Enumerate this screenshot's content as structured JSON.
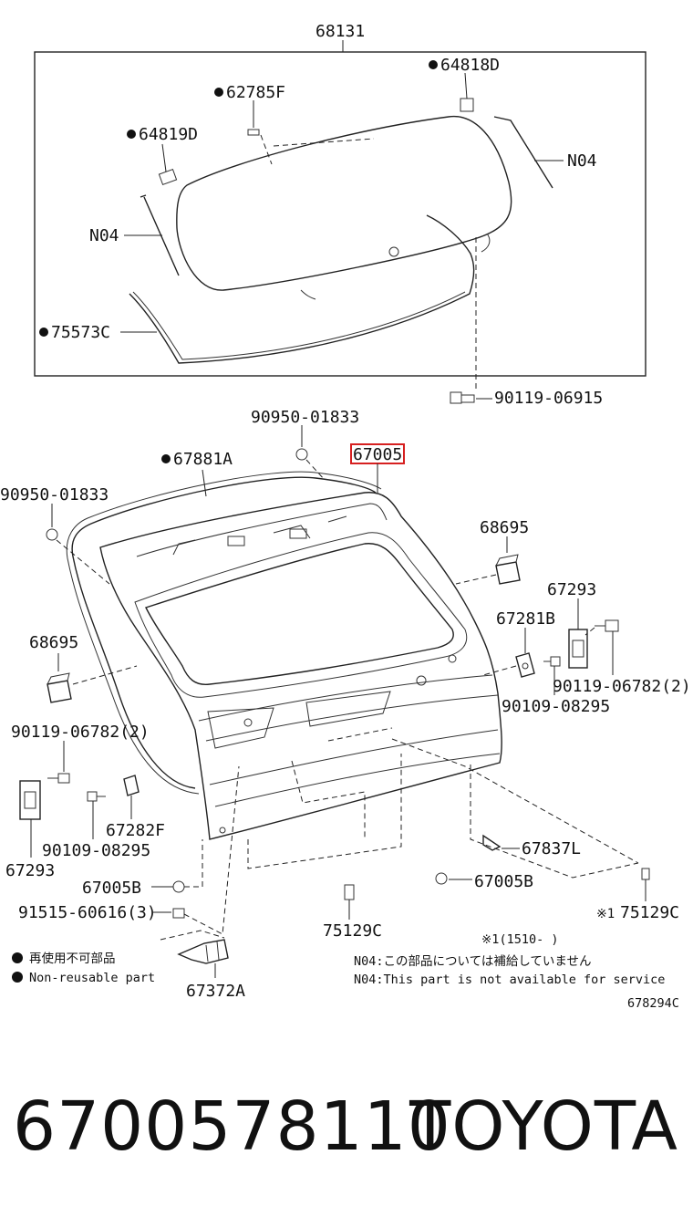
{
  "labels": {
    "assembly_68131": "68131",
    "p64818D": "64818D",
    "p62785F": "62785F",
    "p64819D": "64819D",
    "n04_right": "N04",
    "n04_left": "N04",
    "p75573C": "75573C",
    "bolt_90119_06915": "90119-06915",
    "p90950_01833_top": "90950-01833",
    "p67005_highlight": "67005",
    "p67881A": "67881A",
    "p90950_01833_left": "90950-01833",
    "p68695_right": "68695",
    "p67293_right": "67293",
    "p67281B": "67281B",
    "p68695_left": "68695",
    "p90119_06782_right": "90119-06782(2)",
    "p90109_08295_right": "90109-08295",
    "p90119_06782_left": "90119-06782(2)",
    "p67282F": "67282F",
    "p90109_08295_left": "90109-08295",
    "p67293_left": "67293",
    "p67837L": "67837L",
    "p67005B_left": "67005B",
    "p67005B_right": "67005B",
    "p91515_60616": "91515-60616(3)",
    "p75129C_center": "75129C",
    "p75129C_right": "75129C",
    "p75129C_right_mark": "※1",
    "p67372A": "67372A"
  },
  "notes": {
    "footnote": "※1(1510-    )",
    "legend_jp": "再使用不可部品",
    "legend_en": "Non-reusable part",
    "n04_jp": "N04:この部品については補給していません",
    "n04_en": "N04:This part is not available for service",
    "diagram_code": "678294C"
  },
  "product": {
    "part_number": "6700578110",
    "brand": "TOYOTA"
  },
  "colors": {
    "highlight": "#d62020",
    "ink": "#111111"
  }
}
